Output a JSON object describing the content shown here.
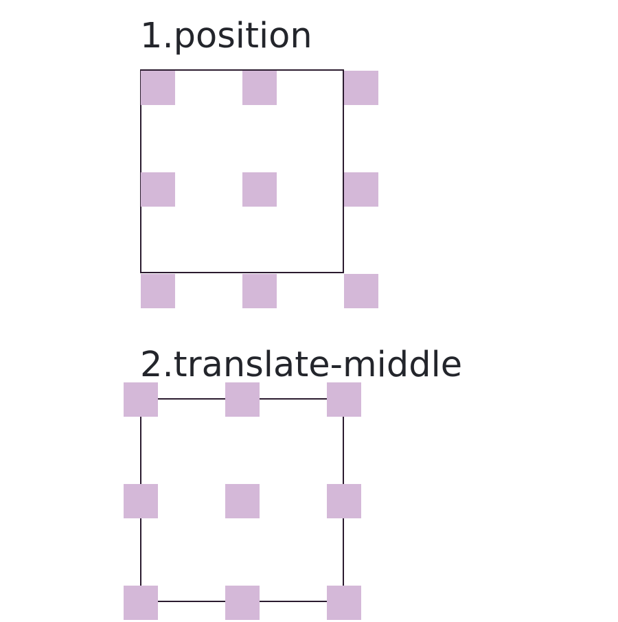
{
  "sections": [
    {
      "title": "1.position",
      "handle_color": "#d4b8d8",
      "frame_color": "#2a1a2e",
      "handles": [
        "top-left",
        "top-center",
        "top-right",
        "middle-left",
        "center",
        "middle-right",
        "bottom-left",
        "bottom-center",
        "bottom-right"
      ]
    },
    {
      "title": "2.translate-middle",
      "handle_color": "#d4b8d8",
      "frame_color": "#2a1a2e",
      "handles": [
        "top-left",
        "top-center",
        "top-right",
        "middle-left",
        "center",
        "middle-right",
        "bottom-left",
        "bottom-center",
        "bottom-right"
      ]
    }
  ]
}
